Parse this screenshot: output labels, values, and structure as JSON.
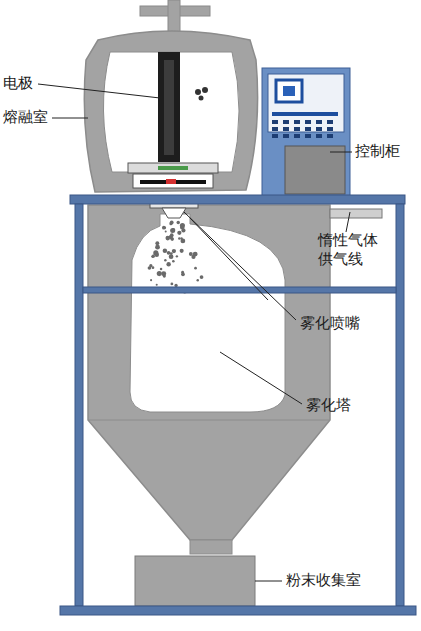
{
  "diagram": {
    "labels": [
      "电极",
      "熔融室",
      "控制柜",
      "惰性气体 供气线",
      "雾化喷嘴",
      "雾化塔",
      "粉末收集室"
    ]
  }
}
